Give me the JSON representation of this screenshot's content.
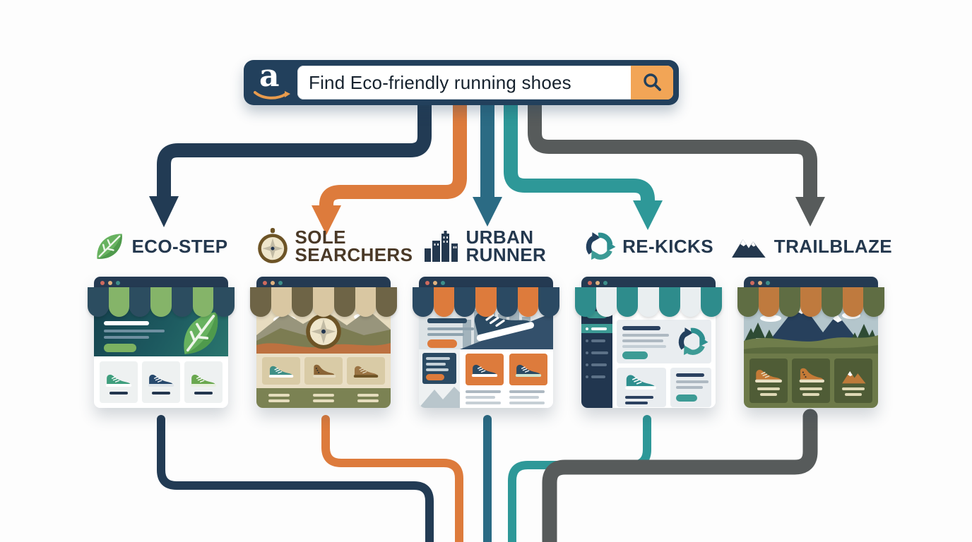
{
  "search_bar": {
    "logo_char": "a",
    "logo_name": "amazon-logo",
    "query": "Find Eco-friendly running shoes",
    "button_icon": "search-icon",
    "bar_color": "#22405c",
    "button_color": "#f2a556"
  },
  "stores": [
    {
      "name": "ECO-STEP",
      "icon": "leaf-icon",
      "arrow_color": "#223b54"
    },
    {
      "name": "SOLE SEARCHERS",
      "icon": "compass-icon",
      "arrow_color": "#dd7b3c"
    },
    {
      "name": "URBAN RUNNER",
      "icon": "city-icon",
      "arrow_color": "#2b6b84"
    },
    {
      "name": "RE-KICKS",
      "icon": "recycle-icon",
      "arrow_color": "#2e9898"
    },
    {
      "name": "TRAILBLAZE",
      "icon": "mountain-icon",
      "arrow_color": "#575b5b"
    }
  ],
  "palette": {
    "navy": "#22405c",
    "orange": "#dd7b3c",
    "steel_blue": "#2b6b84",
    "teal": "#2e9898",
    "gray": "#575b5b",
    "green": "#85b469",
    "tan": "#d9c7a2",
    "olive": "#6d7a49"
  }
}
